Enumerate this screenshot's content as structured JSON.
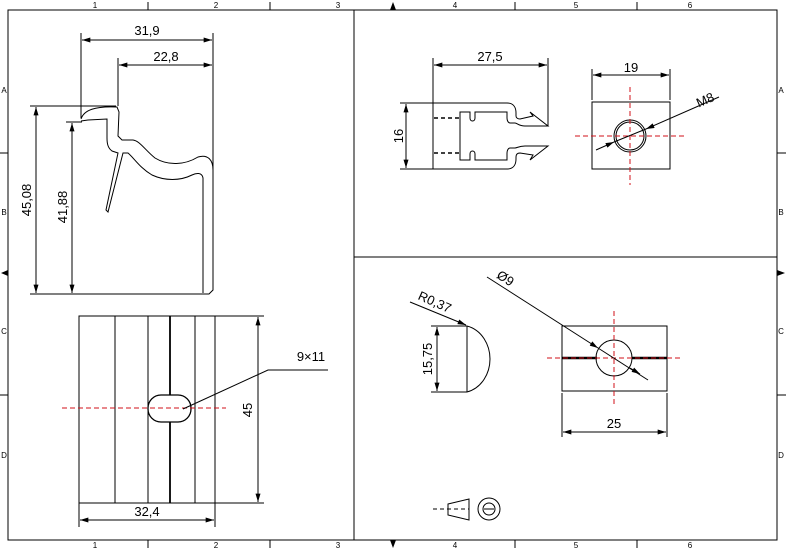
{
  "frame": {
    "columns": [
      "1",
      "2",
      "3",
      "4",
      "5",
      "6"
    ],
    "rows": [
      "A",
      "B",
      "C",
      "D"
    ]
  },
  "views": {
    "side_profile": {
      "width_overall": "31,9",
      "width_inner": "22,8",
      "height_overall": "45,08",
      "height_inner": "41,88"
    },
    "front_view": {
      "slot_label": "9×11",
      "height": "45",
      "width": "32,4"
    },
    "nut_profile": {
      "width": "27,5",
      "height": "16"
    },
    "nut_front": {
      "width": "19",
      "thread": "M8"
    },
    "half_round": {
      "radius": "R0,37",
      "height": "15,75"
    },
    "plate": {
      "hole": "Ø9",
      "width": "25"
    }
  },
  "colors": {
    "centerline": "#d0101a",
    "line": "#000000"
  }
}
